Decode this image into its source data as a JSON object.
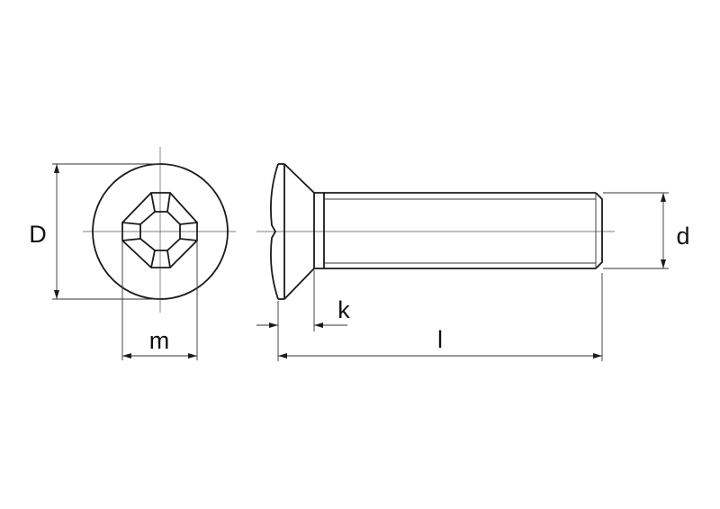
{
  "labels": {
    "head_diameter": "D",
    "recess_size": "m",
    "head_height": "k",
    "length": "l",
    "thread_diameter": "d"
  }
}
